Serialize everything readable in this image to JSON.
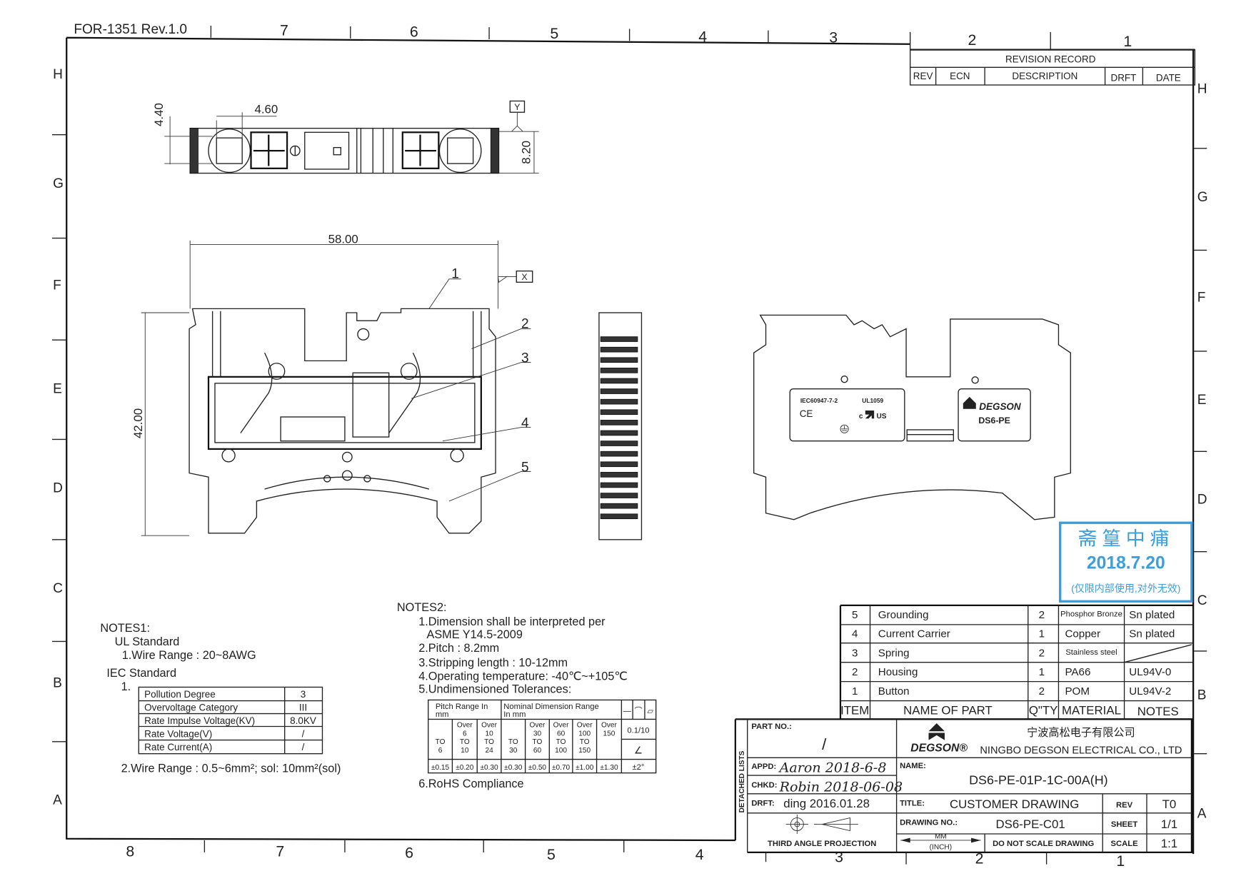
{
  "form_id": "FOR-1351  Rev.1.0",
  "zones": {
    "top": [
      "7",
      "6",
      "5",
      "4",
      "3",
      "2",
      "1"
    ],
    "bottom": [
      "8",
      "7",
      "6",
      "5",
      "4",
      "3",
      "2",
      "1"
    ],
    "left": [
      "H",
      "G",
      "F",
      "E",
      "D",
      "C",
      "B",
      "A"
    ],
    "right": [
      "H",
      "G",
      "F",
      "E",
      "D",
      "C",
      "B",
      "A"
    ]
  },
  "revision_record": {
    "title": "REVISION RECORD",
    "columns": [
      "REV",
      "ECN",
      "DESCRIPTION",
      "DRFT",
      "DATE"
    ]
  },
  "dimensions": {
    "top_width": "4.60",
    "top_height": "4.40",
    "top_pitch": "8.20",
    "datum_y": "Y",
    "datum_x": "X",
    "overall_length": "58.00",
    "overall_height": "42.00"
  },
  "callouts": [
    "1",
    "2",
    "3",
    "4",
    "5"
  ],
  "product_label": {
    "standard": "IEC60947-7-2",
    "ul": "UL1059",
    "ce_mark": "CE",
    "ul_mark": "c",
    "ul_mark_us": "US",
    "brand": "DEGSON",
    "model": "DS6-PE"
  },
  "notes1": {
    "heading": "NOTES1:",
    "ul_standard": "UL Standard",
    "ul_wire_range": "1.Wire Range :  20~8AWG",
    "iec_standard": "IEC Standard",
    "iec_item": "1.",
    "iec_table": [
      {
        "label": "Pollution Degree",
        "value": "3"
      },
      {
        "label": "Overvoltage Category",
        "value": "III"
      },
      {
        "label": "Rate Impulse Voltage(KV)",
        "value": "8.0KV"
      },
      {
        "label": "Rate Voltage(V)",
        "value": "/"
      },
      {
        "label": "Rate Current(A)",
        "value": "/"
      }
    ],
    "iec_wire_range": "2.Wire Range :  0.5~6mm²; sol: 10mm²(sol)"
  },
  "notes2": {
    "heading": "NOTES2:",
    "lines": [
      "1.Dimension  shall  be  interpreted  per",
      "ASME  Y14.5-2009",
      "2.Pitch  :  8.2mm",
      "3.Stripping  length  :  10-12mm",
      "4.Operating  temperature: -40℃~+105℃",
      "5.Undimensioned  Tolerances:"
    ],
    "rohs": "6.RoHS  Compliance",
    "tolerance_table": {
      "pitch_header": [
        "Pitch  Range  In",
        "mm"
      ],
      "nominal_header": [
        "Nominal  Dimension  Range",
        "In  mm"
      ],
      "symbols": [
        "—",
        "⌒",
        "▱"
      ],
      "ranges": [
        [
          "",
          "",
          "TO",
          "6"
        ],
        [
          "Over",
          "6",
          "TO",
          "10"
        ],
        [
          "Over",
          "10",
          "TO",
          "24"
        ],
        [
          "",
          "",
          "TO",
          "30"
        ],
        [
          "Over",
          "30",
          "TO",
          "60"
        ],
        [
          "Over",
          "60",
          "TO",
          "100"
        ],
        [
          "Over",
          "100",
          "TO",
          "150"
        ],
        [
          "Over",
          "150",
          "",
          ""
        ]
      ],
      "tolerances": [
        "±0.15",
        "±0.20",
        "±0.30",
        "±0.30",
        "±0.50",
        "±0.70",
        "±1.00",
        "±1.30"
      ],
      "flatness": "0.1/10",
      "angle_symbol": "∠",
      "angle_tolerance": "±2°"
    }
  },
  "parts_list": {
    "headers": [
      "ITEM",
      "NAME  OF  PART",
      "Q\"TY",
      "MATERIAL",
      "NOTES"
    ],
    "rows": [
      {
        "item": "5",
        "name": "Grounding",
        "qty": "2",
        "material": "Phosphor Bronze",
        "notes": "Sn  plated"
      },
      {
        "item": "4",
        "name": "Current  Carrier",
        "qty": "1",
        "material": "Copper",
        "notes": "Sn  plated"
      },
      {
        "item": "3",
        "name": "Spring",
        "qty": "2",
        "material": "Stainless steel",
        "notes": ""
      },
      {
        "item": "2",
        "name": "Housing",
        "qty": "1",
        "material": "PA66",
        "notes": "UL94V-0"
      },
      {
        "item": "1",
        "name": "Button",
        "qty": "2",
        "material": "POM",
        "notes": "UL94V-2"
      }
    ]
  },
  "stamp": {
    "title": "斋篁中痡",
    "date": "2018.7.20",
    "note": "(仅限内部使用,对外无效)"
  },
  "title_block": {
    "detached_lists": "DETACHED LISTS",
    "part_no_label": "PART NO.:",
    "part_no": "/",
    "appd_label": "APPD:",
    "appd": "Aaron 2018-6-8",
    "chkd_label": "CHKD:",
    "chkd": "Robin 2018-06-08",
    "drft_label": "DRFT:",
    "drft": "ding  2016.01.28",
    "projection": "THIRD  ANGLE  PROJECTION",
    "company_logo": "DEGSON®",
    "company_cn": "宁波高松电子有限公司",
    "company_en": "NINGBO DEGSON ELECTRICAL CO., LTD",
    "name_label": "NAME:",
    "name": "DS6-PE-01P-1C-00A(H)",
    "title_label": "TITLE:",
    "title": "CUSTOMER  DRAWING",
    "rev_label": "REV",
    "rev": "T0",
    "drawing_no_label": "DRAWING NO.:",
    "drawing_no": "DS6-PE-C01",
    "sheet_label": "SHEET",
    "sheet": "1/1",
    "units_mm": "MM",
    "units_inch": "(INCH)",
    "do_not_scale": "DO  NOT  SCALE  DRAWING",
    "scale_label": "SCALE",
    "scale": "1:1"
  }
}
